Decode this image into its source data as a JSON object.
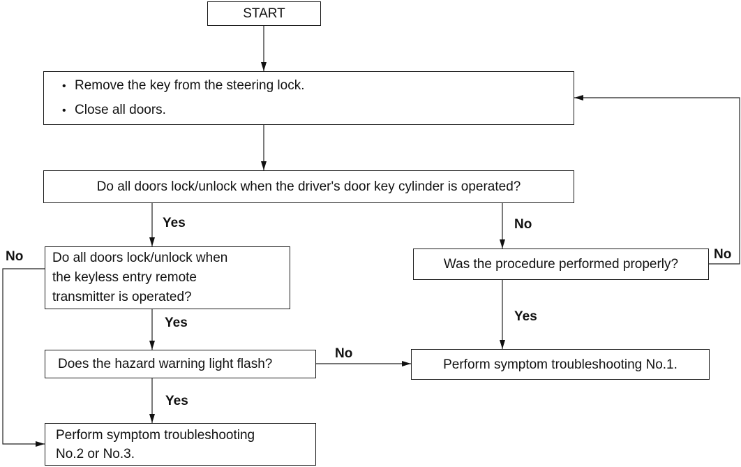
{
  "flowchart": {
    "start": "START",
    "step1_items": [
      "Remove the key from the steering lock.",
      "Close all doors."
    ],
    "q1": "Do all doors lock/unlock when the driver's door key cylinder is operated?",
    "q2_lines": [
      "Do all doors lock/unlock when",
      "the keyless entry remote",
      "transmitter is operated?"
    ],
    "q3": "Was the procedure performed properly?",
    "q4": "Does the hazard warning light flash?",
    "result1": "Perform symptom troubleshooting No.1.",
    "result2_lines": [
      "Perform symptom troubleshooting",
      "No.2 or No.3."
    ],
    "labels": {
      "yes_q1": "Yes",
      "no_q1": "No",
      "no_q2": "No",
      "no_q3": "No",
      "yes_q2": "Yes",
      "yes_q3": "Yes",
      "no_q4": "No",
      "yes_q4": "Yes"
    }
  }
}
